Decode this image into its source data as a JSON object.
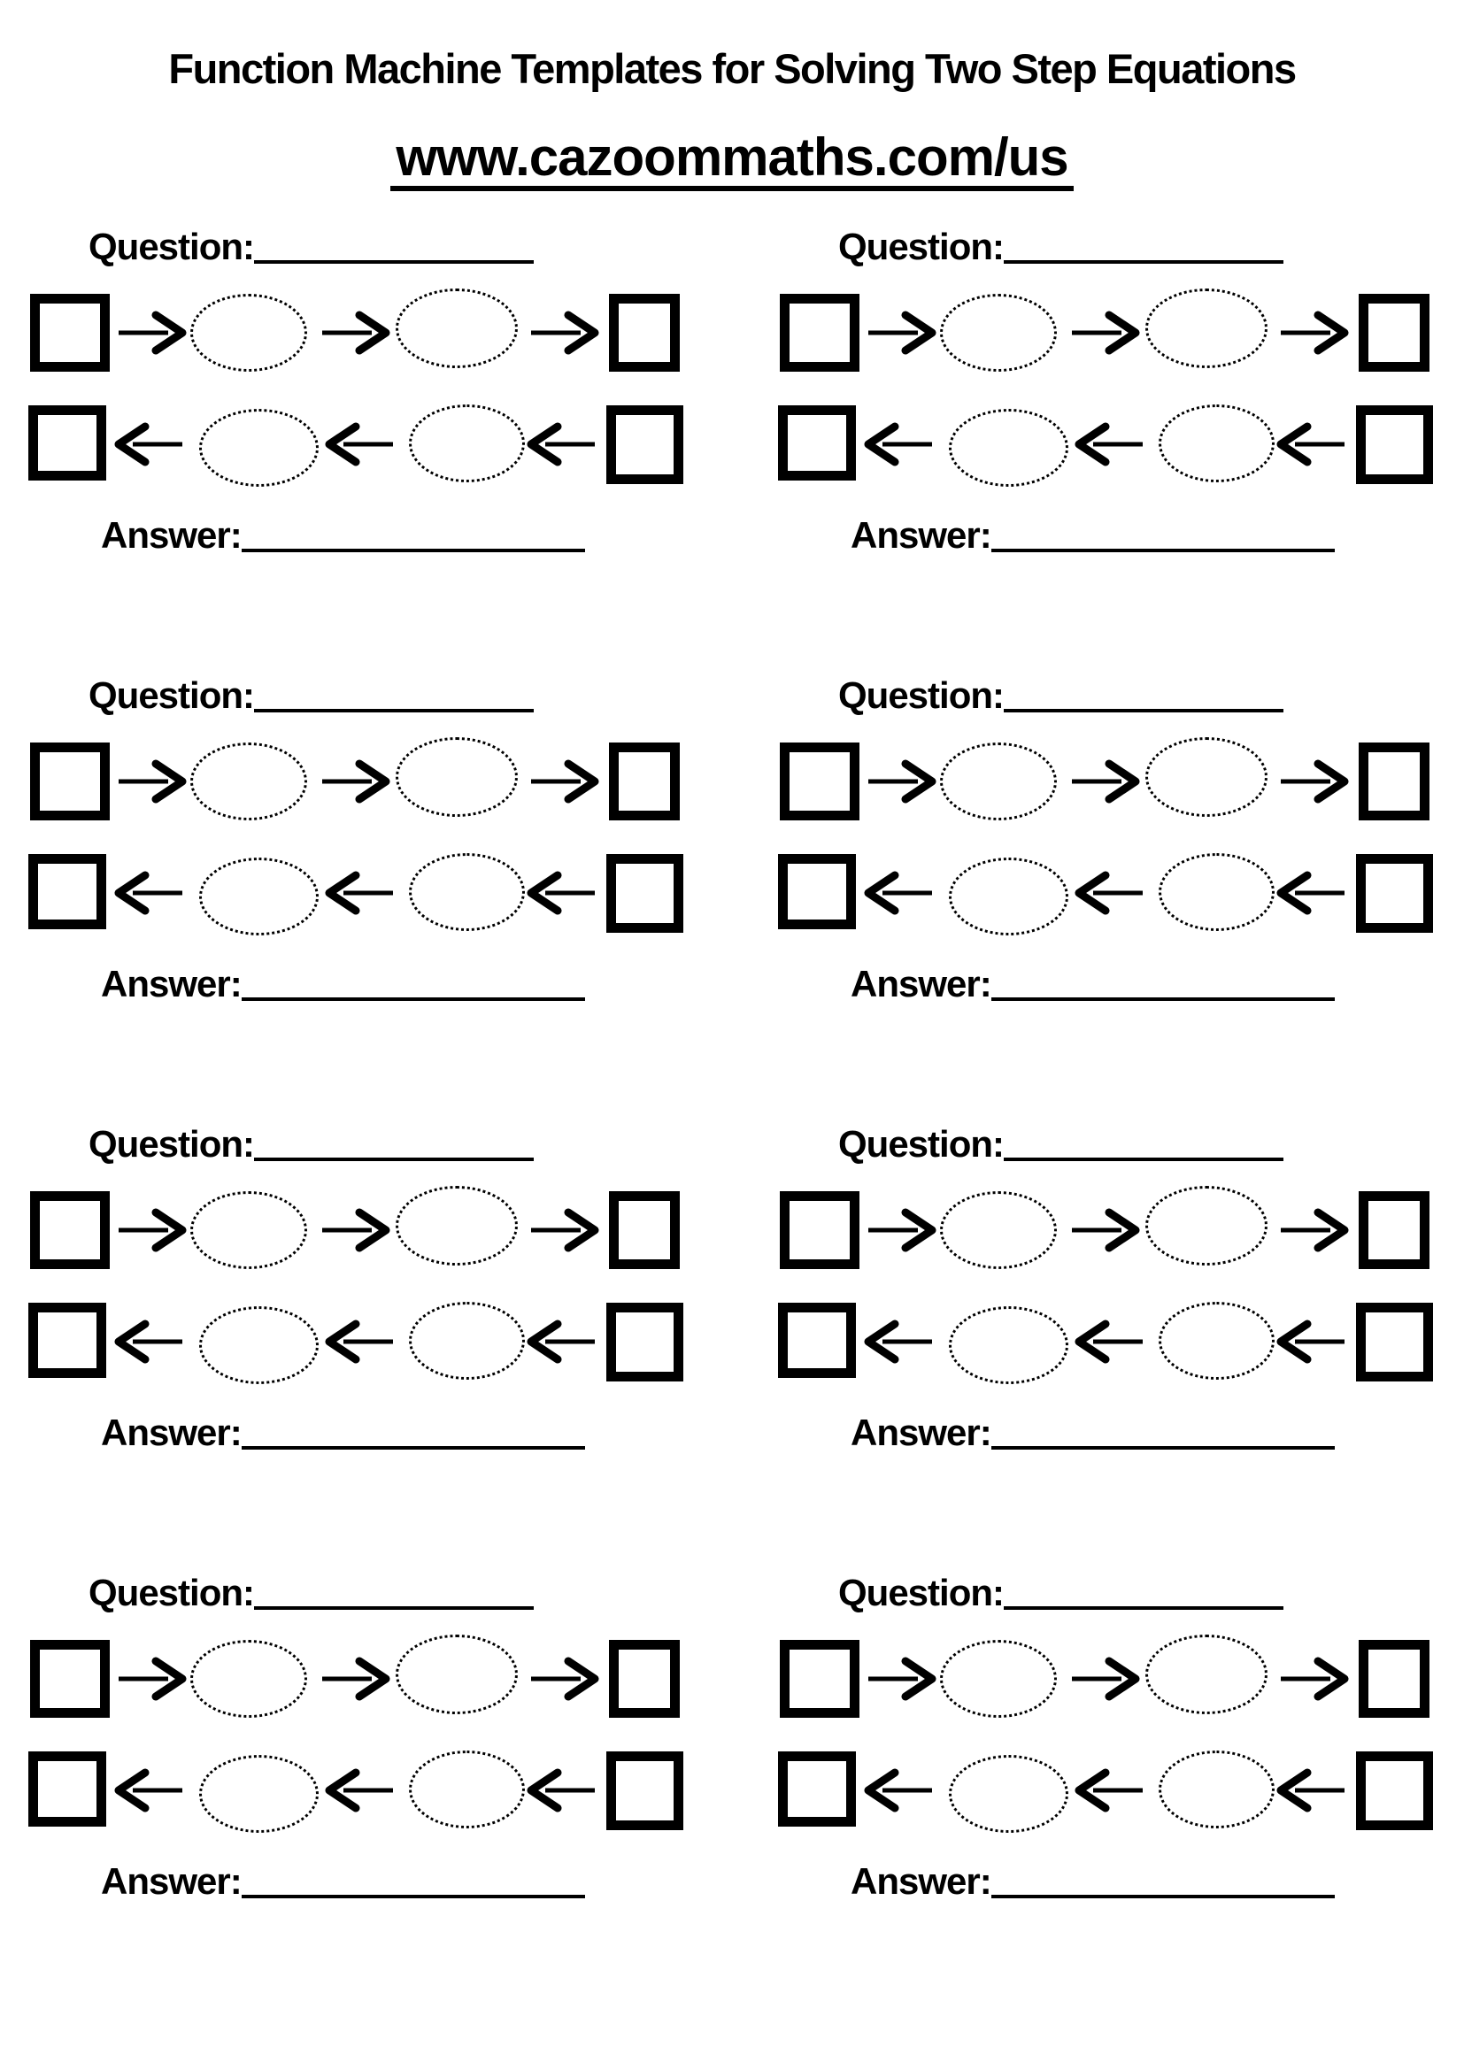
{
  "page": {
    "background_color": "#ffffff",
    "ink_color": "#000000"
  },
  "header": {
    "title": "Function Machine Templates for Solving Two Step Equations",
    "url": "www.cazoommaths.com/us"
  },
  "templates": [
    {
      "position": "row-1-left",
      "question_label": "Question:",
      "question_value": "",
      "answer_label": "Answer:",
      "answer_value": ""
    },
    {
      "position": "row-1-right",
      "question_label": "Question:",
      "question_value": "",
      "answer_label": "Answer:",
      "answer_value": ""
    },
    {
      "position": "row-2-left",
      "question_label": "Question:",
      "question_value": "",
      "answer_label": "Answer:",
      "answer_value": ""
    },
    {
      "position": "row-2-right",
      "question_label": "Question:",
      "question_value": "",
      "answer_label": "Answer:",
      "answer_value": ""
    },
    {
      "position": "row-3-left",
      "question_label": "Question:",
      "question_value": "",
      "answer_label": "Answer:",
      "answer_value": ""
    },
    {
      "position": "row-3-right",
      "question_label": "Question:",
      "question_value": "",
      "answer_label": "Answer:",
      "answer_value": ""
    },
    {
      "position": "row-4-left",
      "question_label": "Question:",
      "question_value": "",
      "answer_label": "Answer:",
      "answer_value": ""
    },
    {
      "position": "row-4-right",
      "question_label": "Question:",
      "question_value": "",
      "answer_label": "Answer:",
      "answer_value": ""
    }
  ]
}
